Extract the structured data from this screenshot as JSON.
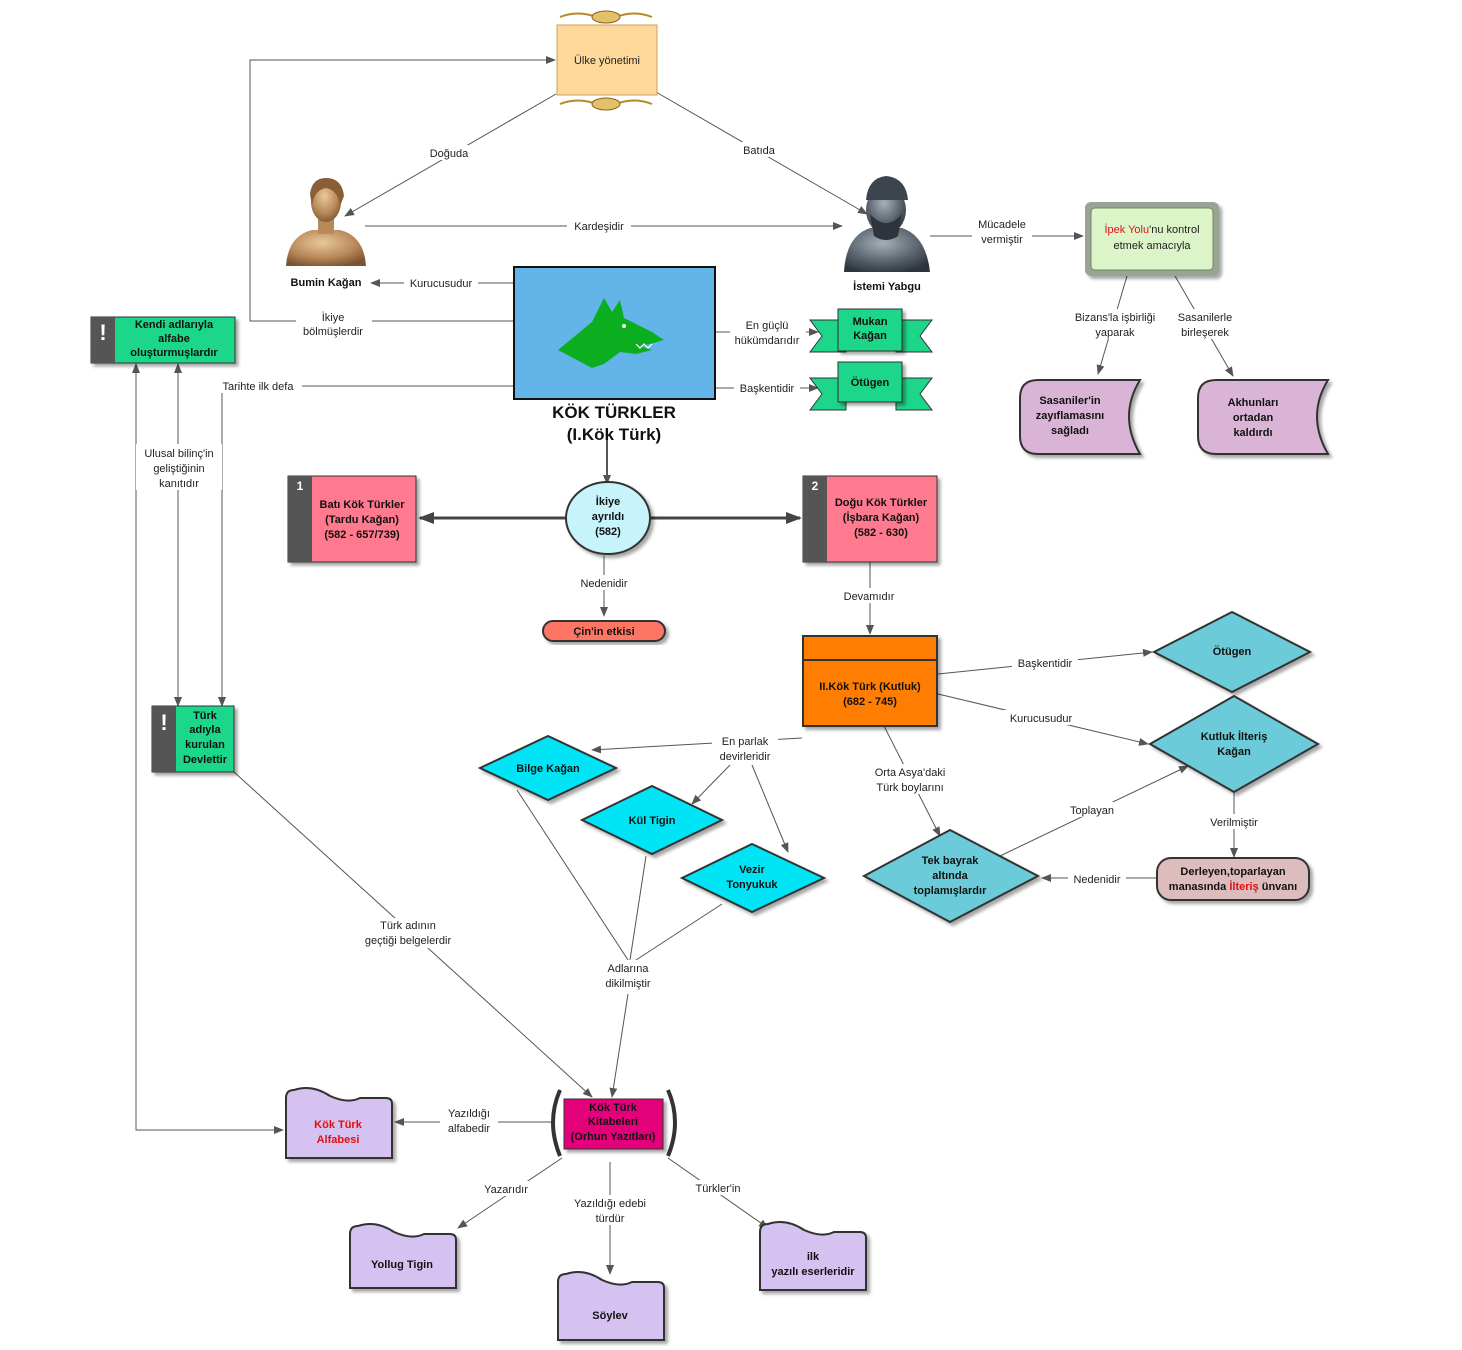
{
  "nodes": {
    "ulke": "Ülke yönetimi",
    "bumin": "Bumin Kağan",
    "istemi": "İstemi Yabgu",
    "kok_title1": "KÖK TÜRKLER",
    "kok_title2": "(I.Kök Türk)",
    "ipek_1a": "İpek Yolu",
    "ipek_1b": "'nu kontrol",
    "ipek_2": "etmek  amacıyla",
    "mukan_1": "Mukan",
    "mukan_2": "Kağan",
    "otugen1": "Ötügen",
    "sasani_1": "Sasaniler'in",
    "sasani_2": "zayıflamasını",
    "sasani_3": "sağladı",
    "akhun_1": "Akhunları",
    "akhun_2": "ortadan",
    "akhun_3": "kaldırdı",
    "kendi_1": "Kendi adlarıyla",
    "kendi_2": "alfabe",
    "kendi_3": "oluşturmuşlardır",
    "bati_num": "1",
    "bati_1": "Batı Kök Türkler",
    "bati_2": "(Tardu Kağan)",
    "bati_3": "(582 - 657/739)",
    "ikiye_1": "İkiye",
    "ikiye_2": "ayrıldı",
    "ikiye_3": "(582)",
    "dogu_num": "2",
    "dogu_1": "Doğu Kök Türkler",
    "dogu_2": "(İşbara Kağan)",
    "dogu_3": "(582 - 630)",
    "cin": "Çin'in etkisi",
    "iikok_1": "II.Kök Türk (Kutluk)",
    "iikok_2": "(682 - 745)",
    "otugen2": "Ötügen",
    "kutluk_1": "Kutluk İlteriş",
    "kutluk_2": "Kağan",
    "turk_1": "Türk",
    "turk_2": "adıyla",
    "turk_3": "kurulan",
    "turk_4": "Devlettir",
    "bilge": "Bilge Kağan",
    "kul": "Kül Tigin",
    "vezir_1": "Vezir",
    "vezir_2": "Tonyukuk",
    "tek_1": "Tek bayrak",
    "tek_2": "altında",
    "tek_3": "toplamışlardır",
    "derleyen_1": "Derleyen,toparlayan",
    "derleyen_2a": "manasında ",
    "derleyen_2b": "İlteriş",
    "derleyen_2c": " ünvanı",
    "kitabe_1": "Kök Türk",
    "kitabe_2": "Kitabeleri",
    "kitabe_3": "(Orhun Yazıtları)",
    "alfabesi_1": "Kök Türk",
    "alfabesi_2": "Alfabesi",
    "yollug": "Yollug Tigin",
    "soylev": "Söylev",
    "ilk_1": "ilk",
    "ilk_2": "yazılı eserleridir"
  },
  "edge_labels": {
    "doguda": "Doğuda",
    "batida": "Batıda",
    "kardesidir": "Kardeşidir",
    "mucadele_1": "Mücadele",
    "mucadele_2": "vermiştir",
    "kurucusudur1": "Kurucusudur",
    "ikiye_bol_1": "İkiye",
    "ikiye_bol_2": "bölmüşlerdir",
    "en_guclu_1": "En güçlü",
    "en_guclu_2": "hükümdarıdır",
    "baskentidir1": "Başkentidir",
    "tarihte": "Tarihte ilk defa",
    "bizans_1": "Bizans'la işbirliği",
    "bizans_2": "yaparak",
    "sasanilerle_1": "Sasanilerle",
    "sasanilerle_2": "birleşerek",
    "ulusal_1": "Ulusal bilinç'in",
    "ulusal_2": "geliştiğinin",
    "ulusal_3": "kanıtıdır",
    "nedenidir1": "Nedenidir",
    "devamidir": "Devamıdır",
    "baskentidir2": "Başkentidir",
    "kurucusudur2": "Kurucusudur",
    "en_parlak_1": "En parlak",
    "en_parlak_2": "devirleridir",
    "orta_asya_1": "Orta Asya'daki",
    "orta_asya_2": "Türk boylarını",
    "toplayan": "Toplayan",
    "verilmistir": "Verilmiştir",
    "nedenidir2": "Nedenidir",
    "turk_adinin_1": "Türk adının",
    "turk_adinin_2": "geçtiği belgelerdir",
    "adlarina_1": "Adlarına",
    "adlarina_2": "dikilmiştir",
    "yazildigi_alf_1": "Yazıldığı",
    "yazildigi_alf_2": "alfabedir",
    "yazaridir": "Yazarıdır",
    "yazildigi_edebi_1": "Yazıldığı edebi",
    "yazildigi_edebi_2": "türdür",
    "turklerin": "Türkler'in"
  },
  "colors": {
    "ulke_fill": "#ffd999",
    "kok_fill": "#63b4e8",
    "wolf": "#0aae1e",
    "green_ribbon": "#1dd68a",
    "ipek_fill": "#dcf5c8",
    "purple": "#d9b4d6",
    "lilac": "#d6c2f0",
    "pink": "#ff7a8e",
    "cyan_circle": "#c7f3fb",
    "salmon": "#ff7463",
    "orange": "#ff7d00",
    "teal_diamond": "#6ccbd9",
    "cyan_diamond": "#00e5f5",
    "magenta": "#e3007a",
    "rose": "#dcbcbc",
    "red_text": "#e01010"
  },
  "icons": [
    "wolf-icon",
    "bumin-bust-icon",
    "istemi-bust-icon",
    "exclamation-icon",
    "scroll-ornament-icon"
  ]
}
